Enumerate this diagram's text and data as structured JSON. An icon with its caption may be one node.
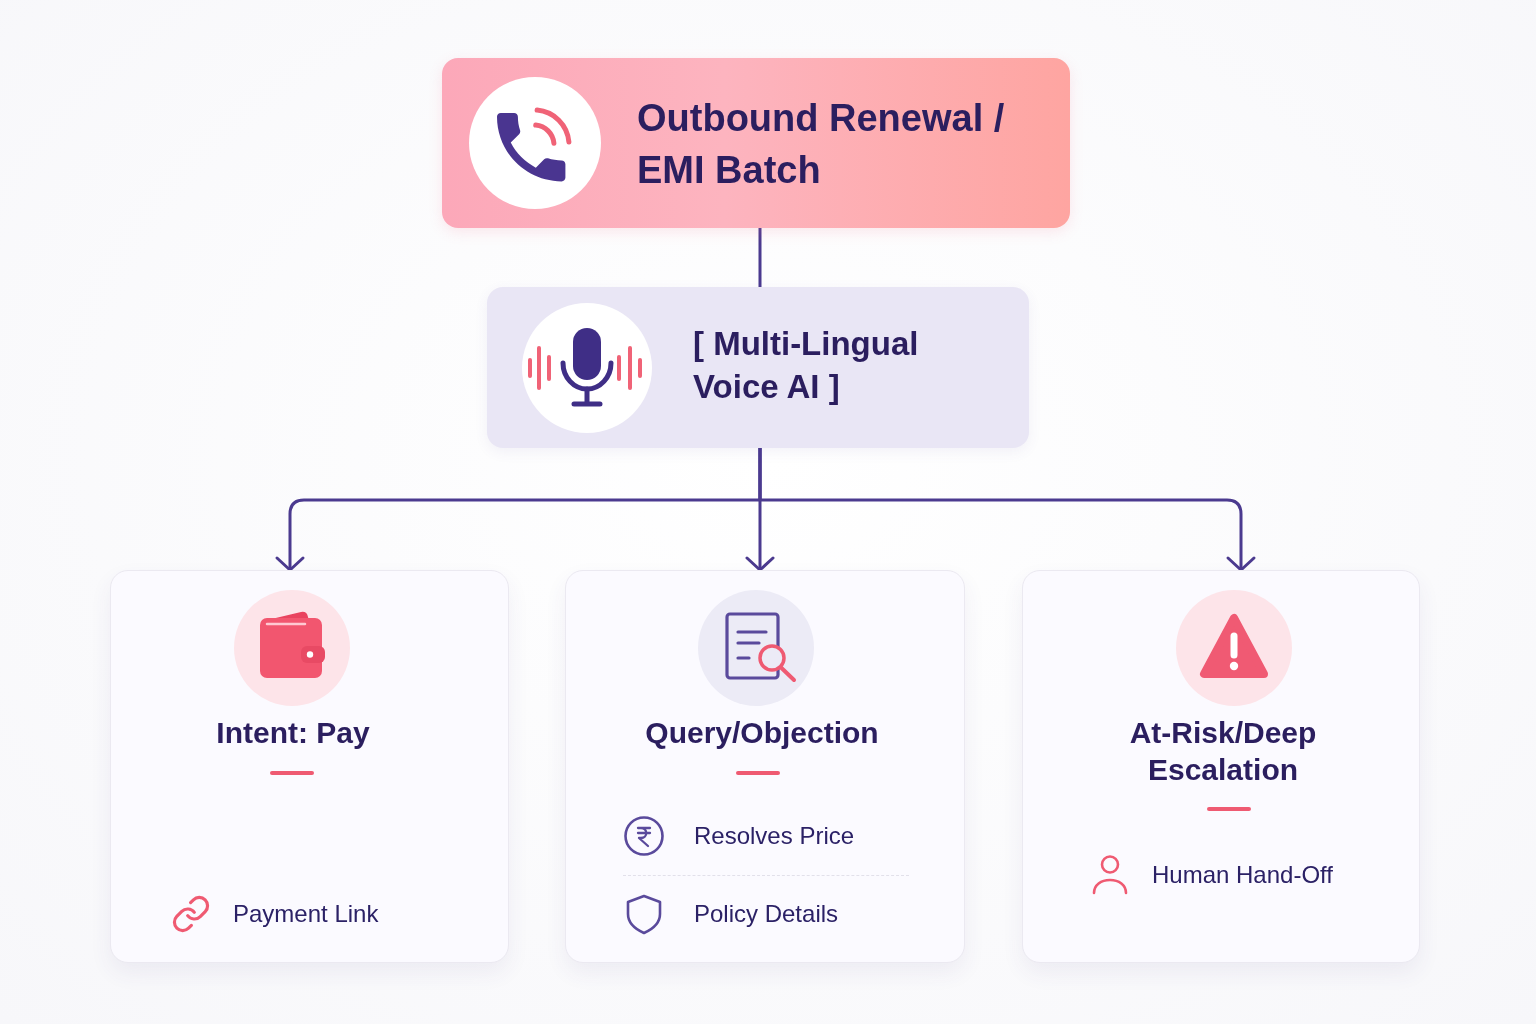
{
  "diagram": {
    "nodes": [
      {
        "text": [
          "Outbound Renewal / EMI Batch"
        ]
      },
      {
        "text": [
          "[ Multi-Lingual Voice AI ]"
        ]
      },
      {
        "text": [
          "Intent: Pay",
          "Payment Link"
        ]
      },
      {
        "text": [
          "Query/Objection",
          "Resolves Price",
          "Policy Details"
        ]
      },
      {
        "text": [
          "At-Risk/Deep Escalation",
          "Human Hand-Off"
        ]
      }
    ],
    "edges": [
      {
        "from": 0,
        "to": 1,
        "arrow": "none"
      },
      {
        "from": 1,
        "to": 2,
        "arrow": "to"
      },
      {
        "from": 1,
        "to": 3,
        "arrow": "to"
      },
      {
        "from": 1,
        "to": 4,
        "arrow": "to"
      }
    ]
  }
}
